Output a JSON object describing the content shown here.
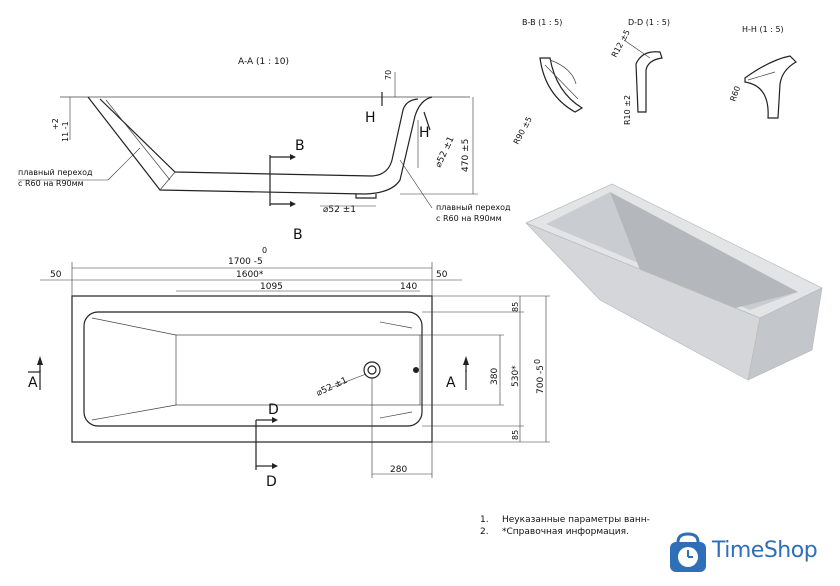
{
  "sections": {
    "aa": "A-A (1 : 10)",
    "bb": "B-B (1 : 5)",
    "dd": "D-D (1 : 5)",
    "hh": "H-H (1 : 5)"
  },
  "side_view": {
    "dim_70": "70",
    "dim_11": "11 -1",
    "dim_11_tol": "+2",
    "dim_470": "470 ±5",
    "dim_drain_side": "⌀52 ±1",
    "dim_drain_bottom": "⌀52 ±1",
    "label_h1": "H",
    "label_h2": "H",
    "label_b": "B",
    "label_b_bottom": "B",
    "note_left_1": "плавный переход",
    "note_left_2": "с R60 на R90мм",
    "note_right_1": "плавный переход",
    "note_right_2": "с R60 на R90мм"
  },
  "detail_dims": {
    "r90": "R90 ±5",
    "r12": "R12 ±5",
    "r10": "R10 ±2",
    "r60": "R60"
  },
  "top_view": {
    "zero_top": "0",
    "length_total": "1700 -5",
    "len_1600": "1600*",
    "len_1095": "1095",
    "len_140": "140",
    "len_50_left": "50",
    "len_50_right": "50",
    "len_280": "280",
    "h_85_top": "85",
    "h_85_bottom": "85",
    "h_380": "380",
    "h_530": "530*",
    "h_700": "700 -5",
    "h_zero": "0",
    "drain": "⌀52 ±1",
    "label_a_left": "A",
    "label_a_right": "A",
    "label_d_top": "D",
    "label_d_bottom": "D"
  },
  "notes": {
    "n1_num": "1.",
    "n1_text": "Неуказанные параметры ванн-",
    "n2_num": "2.",
    "n2_text": "*Справочная информация."
  },
  "logo": {
    "brand": "TimeShop",
    "icon": "clock-bag-icon",
    "color": "#2f6fb7"
  }
}
